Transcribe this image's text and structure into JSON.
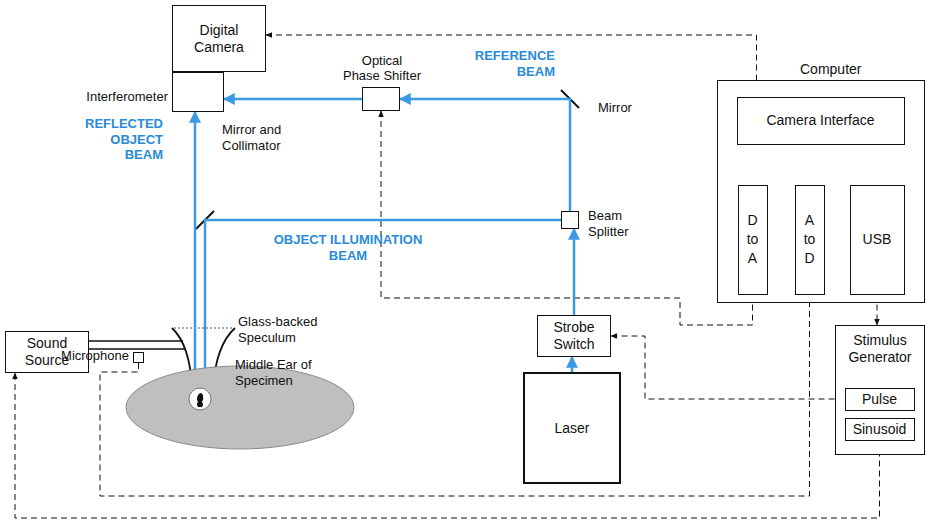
{
  "diagram": {
    "nodes": [
      {
        "text": [
          "Digital Camera"
        ]
      },
      {
        "text": [
          "Interferometer"
        ]
      },
      {
        "text": [
          "Optical Phase Shifter"
        ]
      },
      {
        "text": [
          "Computer"
        ]
      },
      {
        "text": [
          "Camera Interface"
        ],
        "in": 3
      },
      {
        "text": [
          "D to A"
        ],
        "in": 3
      },
      {
        "text": [
          "A to D"
        ],
        "in": 3
      },
      {
        "text": [
          "USB"
        ],
        "in": 3
      },
      {
        "text": [
          "Beam Splitter"
        ]
      },
      {
        "text": [
          "Sound Source"
        ]
      },
      {
        "text": [
          "Strobe Switch"
        ]
      },
      {
        "text": [
          "Stimulus Generator"
        ]
      },
      {
        "text": [
          "Pulse"
        ],
        "in": 11
      },
      {
        "text": [
          "Sinusoid"
        ],
        "in": 11
      },
      {
        "text": [
          "Microphone"
        ]
      },
      {
        "text": [
          "Middle Ear of Specimen"
        ]
      },
      {
        "text": [
          "Laser"
        ]
      }
    ],
    "edges": [
      {
        "from": 0,
        "to": 4,
        "arrow": "both"
      },
      {
        "from": 5,
        "to": 2,
        "arrow": "to"
      },
      {
        "from": 12,
        "to": 10,
        "arrow": "to"
      },
      {
        "from": 14,
        "to": 6,
        "arrow": "to"
      },
      {
        "from": 13,
        "to": 9,
        "arrow": "to"
      },
      {
        "from": 7,
        "to": 11,
        "arrow": "both"
      },
      {
        "from": 16,
        "to": 10,
        "arrow": "to"
      },
      {
        "from": 10,
        "to": 8,
        "arrow": "to"
      },
      {
        "from": 8,
        "to": 2,
        "arrow": "to"
      },
      {
        "from": 2,
        "to": 1,
        "arrow": "to"
      },
      {
        "from": 8,
        "to": 15,
        "arrow": "to"
      },
      {
        "from": 15,
        "to": 1,
        "arrow": "to"
      }
    ],
    "labels": [
      "REFERENCE BEAM",
      "Mirror",
      "REFLECTED OBJECT BEAM",
      "Mirror and Collimator",
      "OBJECT ILLUMINATION BEAM",
      "Glass-backed Speculum"
    ]
  }
}
